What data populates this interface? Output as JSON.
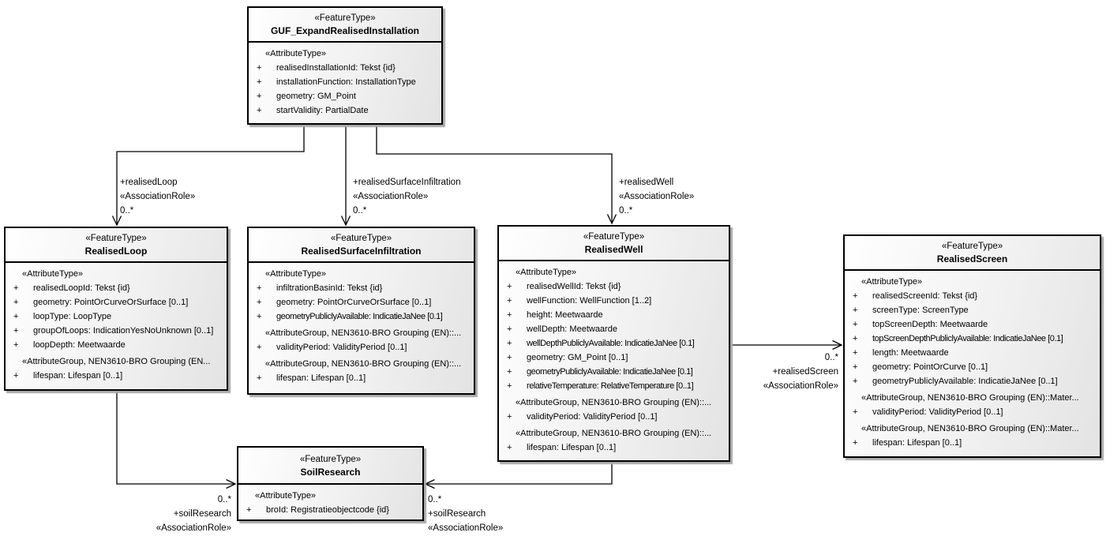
{
  "colors": {
    "box_border": "#000000",
    "box_fill_light": "#ffffff",
    "box_fill_dark": "#e3e3e3",
    "box_shadow": "#a8a8a8",
    "connector": "#000000",
    "text": "#000000",
    "background": "#ffffff"
  },
  "classes": {
    "guf": {
      "stereotype": "«FeatureType»",
      "name": "GUF_ExpandRealisedInstallation",
      "s0h": "«AttributeType»",
      "s0": [
        {
          "v": "+",
          "t": "realisedInstallationId: Tekst {id}"
        },
        {
          "v": "+",
          "t": "installationFunction: InstallationType"
        },
        {
          "v": "+",
          "t": "geometry: GM_Point"
        },
        {
          "v": "+",
          "t": "startValidity: PartialDate"
        }
      ]
    },
    "realisedLoop": {
      "stereotype": "«FeatureType»",
      "name": "RealisedLoop",
      "s0h": "«AttributeType»",
      "s0": [
        {
          "v": "+",
          "t": "realisedLoopId: Tekst {id}"
        },
        {
          "v": "+",
          "t": "geometry: PointOrCurveOrSurface [0..1]"
        },
        {
          "v": "+",
          "t": "loopType: LoopType"
        },
        {
          "v": "+",
          "t": "groupOfLoops: IndicationYesNoUnknown [0..1]"
        },
        {
          "v": "+",
          "t": "loopDepth: Meetwaarde"
        }
      ],
      "s1h": "«AttributeGroup, NEN3610-BRO Grouping (EN...",
      "s1": [
        {
          "v": "+",
          "t": "lifespan: Lifespan [0..1]"
        }
      ]
    },
    "realisedSurfaceInfiltration": {
      "stereotype": "«FeatureType»",
      "name": "RealisedSurfaceInfiltration",
      "s0h": "«AttributeType»",
      "s0": [
        {
          "v": "+",
          "t": "infiltrationBasinId: Tekst {id}"
        },
        {
          "v": "+",
          "t": "geometry: PointOrCurveOrSurface [0..1]"
        },
        {
          "v": "+",
          "t": "geometryPubliclyAvailable: IndicatieJaNee [0.1]"
        }
      ],
      "s1h": "«AttributeGroup, NEN3610-BRO Grouping (EN)::...",
      "s1": [
        {
          "v": "+",
          "t": "validityPeriod: ValidityPeriod [0..1]"
        }
      ],
      "s2h": "«AttributeGroup, NEN3610-BRO Grouping (EN)::...",
      "s2": [
        {
          "v": "+",
          "t": "lifespan: Lifespan [0..1]"
        }
      ]
    },
    "realisedWell": {
      "stereotype": "«FeatureType»",
      "name": "RealisedWell",
      "s0h": "«AttributeType»",
      "s0": [
        {
          "v": "+",
          "t": "realisedWellId: Tekst {id}"
        },
        {
          "v": "+",
          "t": "wellFunction: WellFunction [1..2]"
        },
        {
          "v": "+",
          "t": "height: Meetwaarde"
        },
        {
          "v": "+",
          "t": "wellDepth: Meetwaarde"
        },
        {
          "v": "+",
          "t": "wellDepthPubliclyAvailable: IndicatieJaNee [0.1]"
        },
        {
          "v": "+",
          "t": "geometry: GM_Point [0..1]"
        },
        {
          "v": "+",
          "t": "geometryPubliclyAvailable: IndicatieJaNee [0.1]"
        },
        {
          "v": "+",
          "t": "relativeTemperature: RelativeTemperature [0..1]"
        }
      ],
      "s1h": "«AttributeGroup, NEN3610-BRO Grouping (EN)::...",
      "s1": [
        {
          "v": "+",
          "t": "validityPeriod: ValidityPeriod [0..1]"
        }
      ],
      "s2h": "«AttributeGroup, NEN3610-BRO Grouping (EN)::...",
      "s2": [
        {
          "v": "+",
          "t": "lifespan: Lifespan [0..1]"
        }
      ]
    },
    "realisedScreen": {
      "stereotype": "«FeatureType»",
      "name": "RealisedScreen",
      "s0h": "«AttributeType»",
      "s0": [
        {
          "v": "+",
          "t": "realisedScreenId: Tekst {id}"
        },
        {
          "v": "+",
          "t": "screenType: ScreenType"
        },
        {
          "v": "+",
          "t": "topScreenDepth: Meetwaarde"
        },
        {
          "v": "+",
          "t": "topScreenDepthPubliclyAvailable: IndicatieJaNee [0.1]"
        },
        {
          "v": "+",
          "t": "length: Meetwaarde"
        },
        {
          "v": "+",
          "t": "geometry: PointOrCurve [0..1]"
        },
        {
          "v": "+",
          "t": "geometryPubliclyAvailable: IndicatieJaNee [0..1]"
        }
      ],
      "s1h": "«AttributeGroup, NEN3610-BRO Grouping (EN)::Mater...",
      "s1": [
        {
          "v": "+",
          "t": "validityPeriod: ValidityPeriod [0..1]"
        }
      ],
      "s2h": "«AttributeGroup, NEN3610-BRO Grouping (EN)::Mater...",
      "s2": [
        {
          "v": "+",
          "t": "lifespan: Lifespan [0..1]"
        }
      ]
    },
    "soilResearch": {
      "stereotype": "«FeatureType»",
      "name": "SoilResearch",
      "s0h": "«AttributeType»",
      "s0": [
        {
          "v": "+",
          "t": "broId: Registratieobjectcode {id}"
        }
      ]
    }
  },
  "edges": {
    "realisedLoop": {
      "role": "+realisedLoop",
      "stereotype": "«AssociationRole»",
      "multiplicity": "0..*"
    },
    "realisedSurfaceInfiltration": {
      "role": "+realisedSurfaceInfiltration",
      "stereotype": "«AssociationRole»",
      "multiplicity": "0..*"
    },
    "realisedWell": {
      "role": "+realisedWell",
      "stereotype": "«AssociationRole»",
      "multiplicity": "0..*"
    },
    "realisedScreen": {
      "multiplicity": "0..*",
      "role": "+realisedScreen",
      "stereotype": "«AssociationRole»"
    },
    "soilResearchLeft": {
      "multiplicity": "0..*",
      "role": "+soilResearch",
      "stereotype": "«AssociationRole»"
    },
    "soilResearchRight": {
      "multiplicity": "0..*",
      "role": "+soilResearch",
      "stereotype": "«AssociationRole»"
    }
  }
}
